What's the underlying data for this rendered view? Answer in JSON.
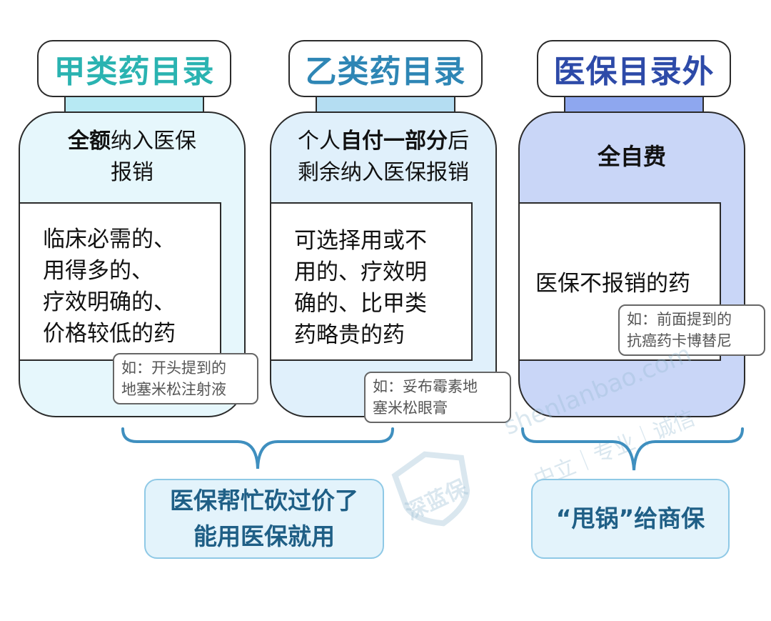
{
  "colors": {
    "class_a_title": "#2ab3b1",
    "class_b_title": "#2e86b5",
    "outside_title": "#2d4aa8",
    "class_a_jar": "#e6f7fc",
    "class_b_jar": "#e0f0fb",
    "outside_jar": "#c9d6f7",
    "class_a_neck": "#b7e9f3",
    "class_b_neck": "#b4ddf2",
    "outside_neck": "#8ea7ef",
    "bracket": "#3f8fbf",
    "bubble_text": "#1f5f86"
  },
  "jars": [
    {
      "title": "甲类药目录",
      "head_bold": "全额",
      "head_rest": "纳入医保",
      "head_line2": "报销",
      "body_lines": [
        "临床必需的、",
        "用得多的、",
        "疗效明确的、",
        "价格较低的药"
      ],
      "note_lines": [
        "如：开头提到的",
        "地塞米松注射液"
      ]
    },
    {
      "title": "乙类药目录",
      "head_pre": "个人",
      "head_bold": "自付一部分",
      "head_post": "后",
      "head_line2": "剩余纳入医保报销",
      "body_lines": [
        "可选择用或不",
        "用的、疗效明",
        "确的、比甲类",
        "药略贵的药"
      ],
      "note_lines": [
        "如：妥布霉素地",
        "塞米松眼膏"
      ]
    },
    {
      "title": "医保目录外",
      "head_bold": "全自费",
      "body_lines": [
        "医保不报销的药"
      ],
      "note_lines": [
        "如：前面提到的",
        "抗癌药卡博替尼"
      ]
    }
  ],
  "summaries": {
    "left_lines": [
      "医保帮忙砍过价了",
      "能用医保就用"
    ],
    "right": "“甩锅”给商保"
  },
  "watermark": {
    "url": "shenlanbao.com",
    "tagline": "中立｜专业｜诚信",
    "logo": "深蓝保"
  }
}
